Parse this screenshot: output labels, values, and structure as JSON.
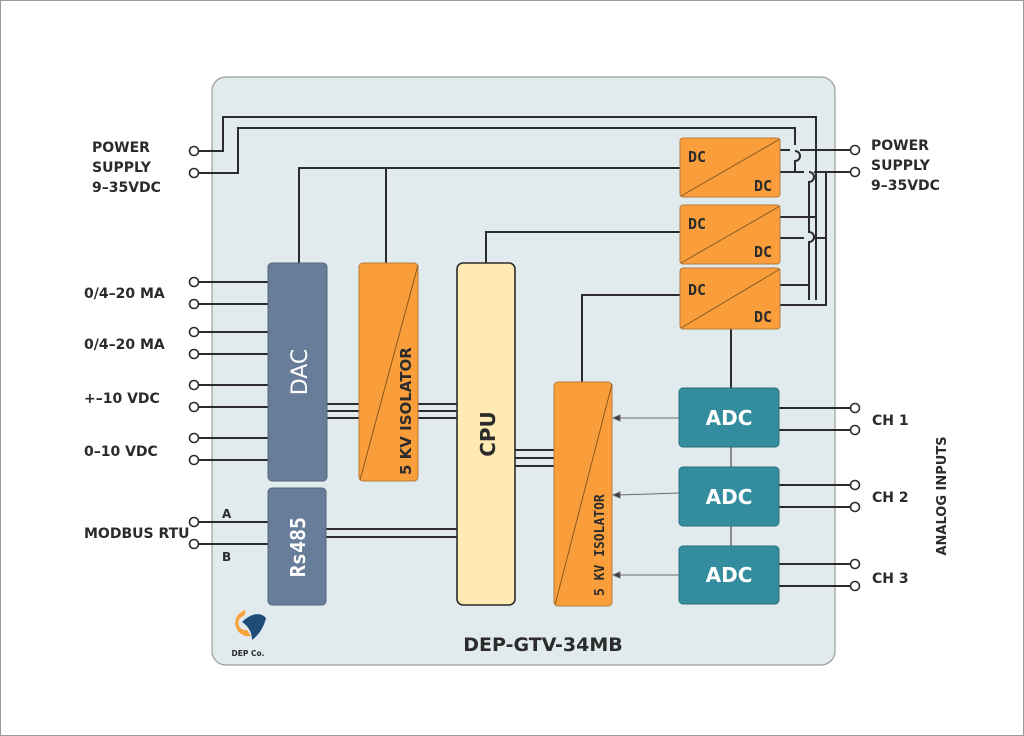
{
  "title": "DEP-GTV-34MB",
  "logo": {
    "text": "DEP Co.",
    "colors": {
      "orange": "#f7a23b",
      "blue": "#1f4d7a"
    }
  },
  "colors": {
    "board": "#e1ebee",
    "board_border": "#9c9c9c",
    "dac": "#687d99",
    "isolator": "#f99e3b",
    "cpu": "#ffeab3",
    "adc": "#348c9f",
    "wire": "#2b2b2b"
  },
  "left_io": {
    "power_supply": {
      "line1": "POWER",
      "line2": "SUPPLY",
      "line3": "9–35VDC"
    },
    "outputs": [
      {
        "label": "0/4–20 MA"
      },
      {
        "label": "0/4–20 MA"
      },
      {
        "label": "+–10 VDC"
      },
      {
        "label": "0–10 VDC"
      }
    ],
    "modbus": {
      "label": "MODBUS RTU",
      "pin_a": "A",
      "pin_b": "B"
    }
  },
  "right_io": {
    "power_supply": {
      "line1": "POWER",
      "line2": "SUPPLY",
      "line3": "9–35VDC"
    },
    "channels": [
      {
        "label": "CH 1"
      },
      {
        "label": "CH 2"
      },
      {
        "label": "CH 3"
      }
    ],
    "group_label": "ANALOG INPUTS"
  },
  "blocks": {
    "dac": "DAC",
    "rs485": "Rs485",
    "isolator_1": "5 KV  ISOLATOR",
    "isolator_2": "5 KV  ISOLATOR",
    "cpu": "CPU",
    "dc_converters": [
      {
        "in": "DC",
        "out": "DC"
      },
      {
        "in": "DC",
        "out": "DC"
      },
      {
        "in": "DC",
        "out": "DC"
      }
    ],
    "adcs": [
      {
        "label": "ADC"
      },
      {
        "label": "ADC"
      },
      {
        "label": "ADC"
      }
    ]
  }
}
